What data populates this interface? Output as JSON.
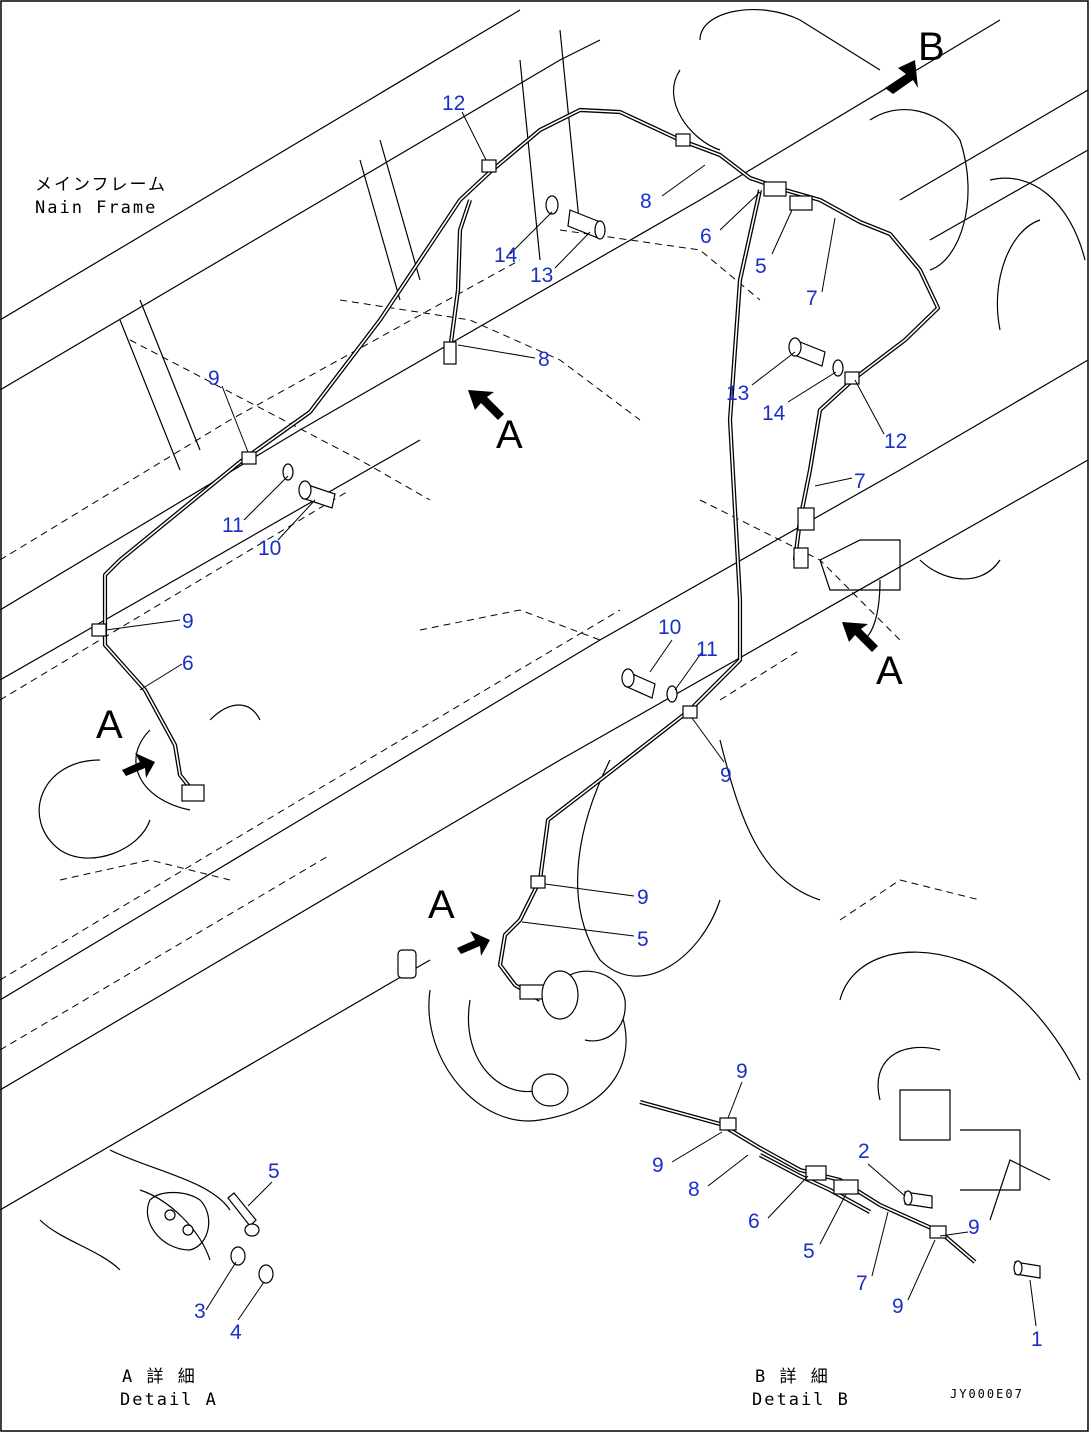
{
  "labels": {
    "main_frame_jp": "メインフレーム",
    "main_frame_en": "Nain Frame",
    "detail_a_jp": "A 詳 細",
    "detail_a_en": "Detail A",
    "detail_b_jp": "B 詳 細",
    "detail_b_en": "Detail B",
    "drawing_code": "JY000E07"
  },
  "view_markers": {
    "b": "B",
    "a1": "A",
    "a2": "A",
    "a3": "A",
    "a4": "A"
  },
  "callouts": {
    "c1": "12",
    "c2": "8",
    "c3": "6",
    "c4": "5",
    "c5": "7",
    "c6": "14",
    "c7": "13",
    "c8": "8",
    "c9": "13",
    "c10": "14",
    "c11": "12",
    "c12": "7",
    "c13": "9",
    "c14": "11",
    "c15": "10",
    "c16": "9",
    "c17": "6",
    "c18": "10",
    "c19": "11",
    "c20": "9",
    "c21": "9",
    "c22": "5",
    "c23": "5",
    "c24": "3",
    "c25": "4",
    "c26": "9",
    "c27": "9",
    "c28": "8",
    "c29": "2",
    "c30": "6",
    "c31": "5",
    "c32": "9",
    "c33": "7",
    "c34": "9",
    "c35": "1"
  },
  "colors": {
    "callout": "#1a2fc8",
    "line": "#000000"
  }
}
